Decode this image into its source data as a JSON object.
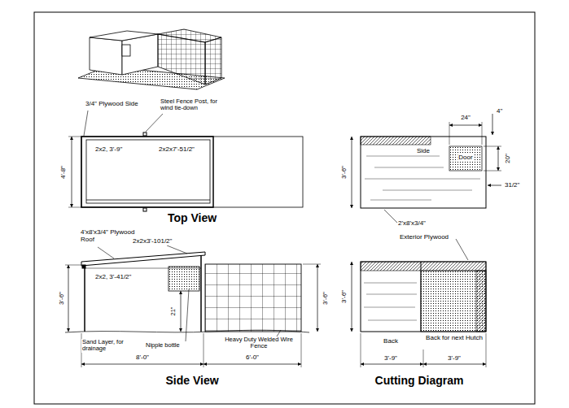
{
  "diagram": {
    "labels": [
      "3/4\" Plywood Side",
      "Steel Fence Post, for wind tie-down",
      "2x2, 3'-9\"",
      "2x2x7'-51/2\"",
      "4'-8\"",
      "Top View",
      "4'x8'x3/4\" Plywood Roof",
      "2x2x3'-101/2\"",
      "2x2, 3'-41/2\"",
      "3'-6\"",
      "21\"",
      "Nipple bottle",
      "Sand Layer, for drainage",
      "Heavy Duty Welded Wire Fence",
      "3'-6\"",
      "8'-0\"",
      "6'-0\"",
      "Side View",
      "24\"",
      "4\"",
      "Door",
      "20\"",
      "Side",
      "31/2\"",
      "3'-6\"",
      "2'x8'x3/4\"",
      "Exterior Plywood",
      "3'-6\"",
      "Back",
      "Back for next Hutch",
      "3'-9\"",
      "3'-9\"",
      "Cutting Diagram"
    ]
  }
}
